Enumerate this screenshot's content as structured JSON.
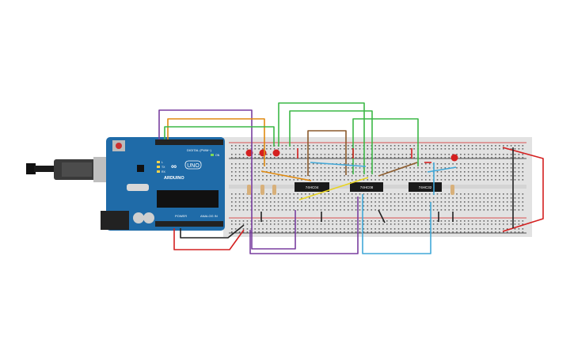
{
  "circuit": {
    "arduino": {
      "brand": "ARDUINO",
      "model": "UNO",
      "digital_header_label": "DIGITAL (PWM~)",
      "power_label": "POWER",
      "analog_label": "ANALOG IN",
      "tx_label": "TX",
      "rx_label": "RX",
      "l_label": "L",
      "on_label": "ON",
      "colors": {
        "board": "#1f6ba8",
        "header": "#222222"
      }
    },
    "chips": [
      {
        "label": "74HC04"
      },
      {
        "label": "74HC08"
      },
      {
        "label": "74HC32"
      }
    ],
    "colors": {
      "breadboard": "#e2e2e2",
      "led": "#d42020",
      "resistor": "#d8b07a"
    },
    "wire_colors": {
      "purple": "#7a3fa0",
      "orange": "#e08a10",
      "green": "#3cb846",
      "brown": "#8b5a2b",
      "yellow": "#e8d420",
      "cyan": "#41a8d8",
      "red": "#d42020",
      "black": "#222222"
    }
  }
}
